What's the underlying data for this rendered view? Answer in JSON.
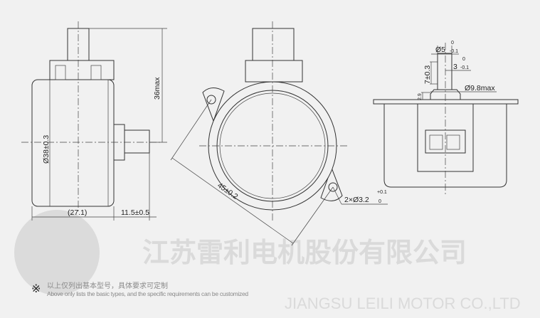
{
  "watermark": {
    "company_cn": "江苏雷利电机股份有限公司",
    "company_en": "JIANGSU LEILI MOTOR CO.,LTD"
  },
  "side_view": {
    "height_dim": "36max",
    "diameter_dim": "Ø38±0.3",
    "body_length_dim": "(27.1)",
    "shaft_length_dim": "11.5±0.5"
  },
  "front_view": {
    "mount_spacing_dim": "45±0.2",
    "hole_dim": "2×Ø3.2",
    "hole_tol_upper": "+0.1",
    "hole_tol_lower": "0"
  },
  "back_view": {
    "shaft_dia": "Ø5",
    "shaft_dia_tol_upper": "0",
    "shaft_dia_tol_lower": "-0.1",
    "flat_dim": "3",
    "flat_tol_upper": "0",
    "flat_tol_lower": "-0.1",
    "shaft_len": "7±0.3",
    "boss_dia": "Ø9.8max",
    "boss_height": "2.9"
  },
  "note": {
    "symbol": "※",
    "cn": "以上仅列出基本型号，具体要求可定制",
    "en": "Above only lists the basic types, and the specific requirements can be customized"
  }
}
